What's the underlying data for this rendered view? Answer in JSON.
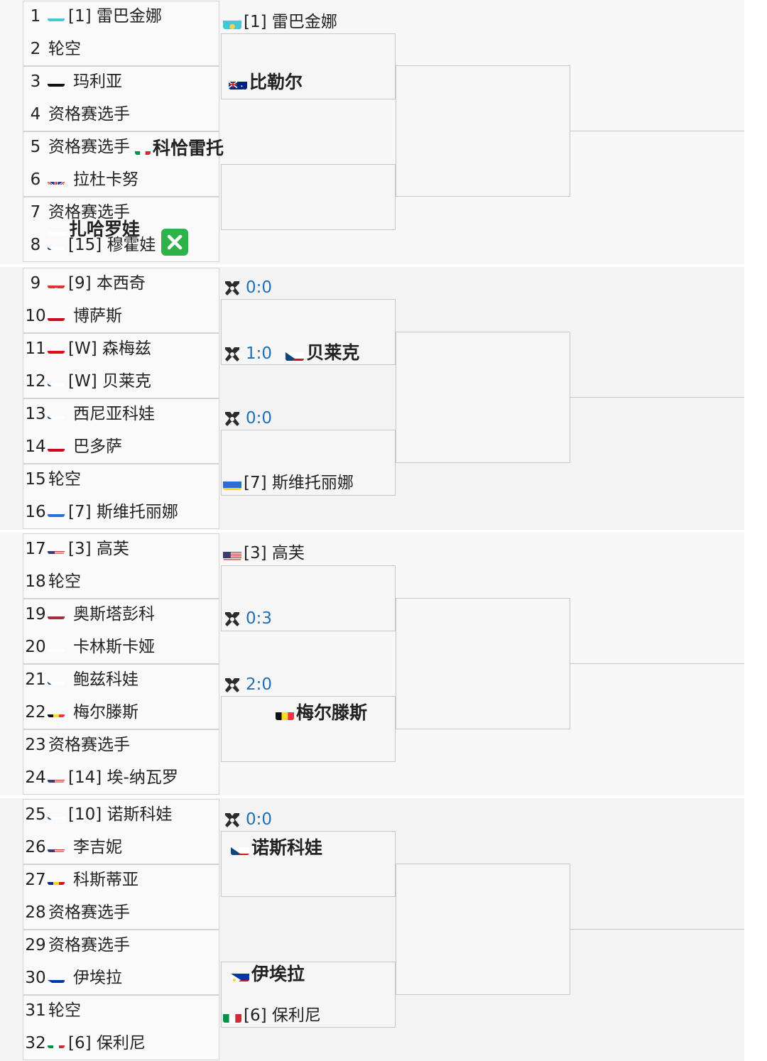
{
  "draw": [
    {
      "n": "1",
      "name": "[1] 雷巴金娜",
      "flag": "kz"
    },
    {
      "n": "2",
      "name": "轮空",
      "flag": ""
    },
    {
      "n": "3",
      "name": "玛利亚",
      "flag": "de"
    },
    {
      "n": "4",
      "name": "资格赛选手",
      "flag": ""
    },
    {
      "n": "5",
      "name": "资格赛选手",
      "flag": ""
    },
    {
      "n": "6",
      "name": "拉杜卡努",
      "flag": "gb"
    },
    {
      "n": "7",
      "name": "资格赛选手",
      "flag": ""
    },
    {
      "n": "8",
      "name": "[15] 穆霍娃",
      "flag": "cz"
    },
    {
      "n": "9",
      "name": "[9] 本西奇",
      "flag": "ch"
    },
    {
      "n": "10",
      "name": "博萨斯",
      "flag": "es"
    },
    {
      "n": "11",
      "name": "[W] 森梅兹",
      "flag": "tr"
    },
    {
      "n": "12",
      "name": "[W] 贝莱克",
      "flag": "cz"
    },
    {
      "n": "13",
      "name": "西尼亚科娃",
      "flag": "cz"
    },
    {
      "n": "14",
      "name": "巴多萨",
      "flag": "es"
    },
    {
      "n": "15",
      "name": "轮空",
      "flag": ""
    },
    {
      "n": "16",
      "name": "[7] 斯维托丽娜",
      "flag": "ua"
    },
    {
      "n": "17",
      "name": "[3] 高芙",
      "flag": "us"
    },
    {
      "n": "18",
      "name": "轮空",
      "flag": ""
    },
    {
      "n": "19",
      "name": "奥斯塔彭科",
      "flag": "lv"
    },
    {
      "n": "20",
      "name": "卡林斯卡娅",
      "flag": "ru"
    },
    {
      "n": "21",
      "name": "鲍兹科娃",
      "flag": "cz"
    },
    {
      "n": "22",
      "name": "梅尔滕斯",
      "flag": "be"
    },
    {
      "n": "23",
      "name": "资格赛选手",
      "flag": ""
    },
    {
      "n": "24",
      "name": "[14] 埃-纳瓦罗",
      "flag": "us"
    },
    {
      "n": "25",
      "name": "[10] 诺斯科娃",
      "flag": "cz"
    },
    {
      "n": "26",
      "name": "李吉妮",
      "flag": "us"
    },
    {
      "n": "27",
      "name": "科斯蒂亚",
      "flag": "ro"
    },
    {
      "n": "28",
      "name": "资格赛选手",
      "flag": ""
    },
    {
      "n": "29",
      "name": "资格赛选手",
      "flag": ""
    },
    {
      "n": "30",
      "name": "伊埃拉",
      "flag": "ph"
    },
    {
      "n": "31",
      "name": "轮空",
      "flag": ""
    },
    {
      "n": "32",
      "name": "[6] 保利尼",
      "flag": "it"
    }
  ],
  "overlays": {
    "r5_winner": {
      "name": "科恰雷托",
      "flag": "it"
    },
    "r7_winner": {
      "name": "扎哈罗娃",
      "flag": "ru"
    }
  },
  "round2": [
    {
      "name": "[1] 雷巴金娜",
      "flag": "kz",
      "bold": false
    },
    {
      "name": "比勒尔",
      "flag": "au",
      "bold": true
    },
    {
      "score": "0:0"
    },
    {
      "score": "1:0",
      "name": "贝莱克",
      "flag": "cz",
      "bold": true
    },
    {
      "score": "0:0"
    },
    {
      "name": "[7] 斯维托丽娜",
      "flag": "ua",
      "bold": false
    },
    {
      "name": "[3] 高芙",
      "flag": "us",
      "bold": false
    },
    {
      "score": "0:3"
    },
    {
      "score": "2:0"
    },
    {
      "name": "梅尔滕斯",
      "flag": "be",
      "bold": true
    },
    {
      "score": "0:0"
    },
    {
      "name": "诺斯科娃",
      "flag": "cz",
      "bold": true
    },
    {
      "name": "伊埃拉",
      "flag": "ph",
      "bold": true
    },
    {
      "name": "[6] 保利尼",
      "flag": "it",
      "bold": false
    }
  ],
  "colors": {
    "score": "#1f6fb5",
    "check": "#2db34a",
    "line": "#c8c8c8"
  }
}
